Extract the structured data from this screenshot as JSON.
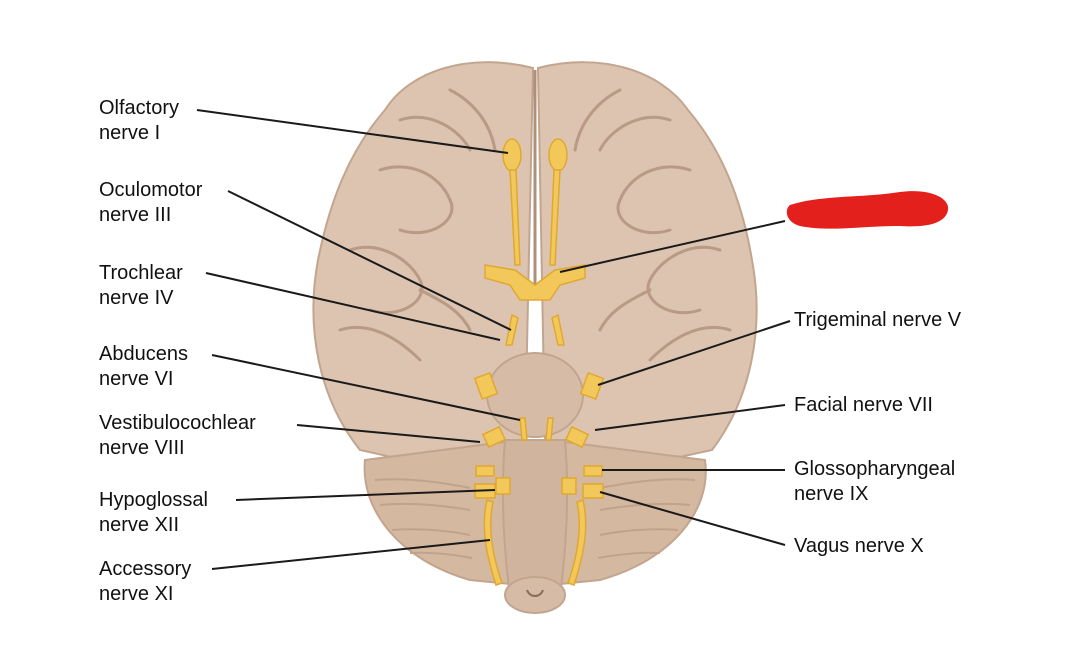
{
  "labels": {
    "olfactory": {
      "line1": "Olfactory",
      "line2": "nerve I"
    },
    "oculomotor": {
      "line1": "Oculomotor",
      "line2": "nerve III"
    },
    "trochlear": {
      "line1": "Trochlear",
      "line2": "nerve IV"
    },
    "abducens": {
      "line1": "Abducens",
      "line2": "nerve VI"
    },
    "vestibulocochlear": {
      "line1": "Vestibulocochlear",
      "line2": "nerve VIII"
    },
    "hypoglossal": {
      "line1": "Hypoglossal",
      "line2": "nerve XII"
    },
    "accessory": {
      "line1": "Accessory",
      "line2": "nerve XI"
    },
    "trigeminal": {
      "line1": "Trigeminal nerve V"
    },
    "facial": {
      "line1": "Facial nerve VII"
    },
    "glossopharyngeal": {
      "line1": "Glossopharyngeal",
      "line2": "nerve IX"
    },
    "vagus": {
      "line1": "Vagus nerve X"
    }
  },
  "colors": {
    "brain": "#dcc4b0",
    "brain_shadow": "#c9ae98",
    "sulcus": "#b89a85",
    "cerebellum": "#d4b8a0",
    "nerve": "#f2c85a",
    "nerve_dark": "#e0a830",
    "leader": "#1a1a1a",
    "redaction": "#e3201b"
  }
}
